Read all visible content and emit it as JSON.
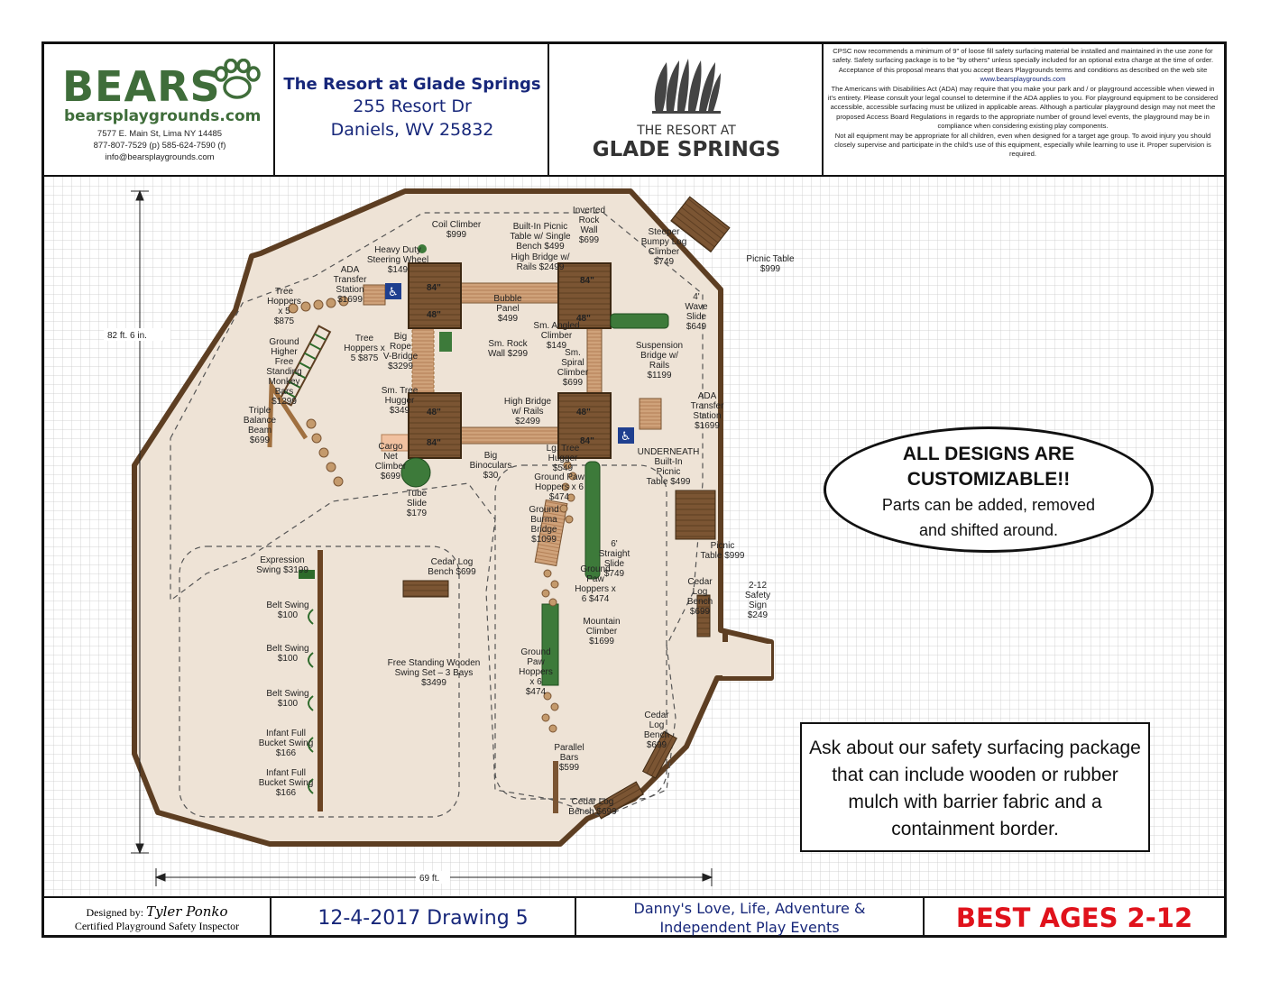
{
  "header": {
    "logo_word": "BEARS",
    "logo_url": "bearsplaygrounds.com",
    "address": "7577 E. Main St, Lima NY 14485",
    "phone": "877-807-7529 (p) 585-624-7590 (f)",
    "email": "info@bearsplaygrounds.com",
    "client_name": "The Resort at Glade Springs",
    "client_street": "255 Resort Dr",
    "client_city": "Daniels, WV 25832",
    "resort_logo_line1": "THE RESORT AT",
    "resort_logo_line2": "GLADE SPRINGS",
    "disclaimer_1": "CPSC now recommends a minimum of 9\" of loose fill safety surfacing material be installed and maintained in the use zone for safety. Safety surfacing package is to be \"by others\" unless specially included for an optional extra charge at the time of order. Acceptance of this proposal means that you accept Bears Playgrounds terms and conditions as described on the web site",
    "disclaimer_link": "www.bearsplaygrounds.com",
    "disclaimer_2": "The Americans with Disabilities Act (ADA) may require that you make your park and / or playground accessible when viewed in it's entirety. Please consult your legal counsel to determine if the ADA applies to you. For playground equipment to be considered accessible, accessible surfacing must be utilized in applicable areas. Although a particular playground design may not meet the proposed Access Board Regulations in regards to the appropriate number of ground level events, the playground may be in compliance when considering existing play components.",
    "disclaimer_3": "Not all equipment may be appropriate for all children, even when designed for a target age group. To avoid injury you should closely supervise and participate in the child's use of this equipment, especially while learning to use it. Proper supervision is required."
  },
  "footer": {
    "designed_by_label": "Designed by:",
    "designer": "Tyler Ponko",
    "designer_title": "Certified Playground Safety Inspector",
    "drawing": "12-4-2017 Drawing 5",
    "project_line1": "Danny's Love, Life, Adventure &",
    "project_line2": "Independent Play Events",
    "ages": "BEST AGES 2-12"
  },
  "callouts": {
    "custom_line1": "ALL DESIGNS ARE",
    "custom_line2": "CUSTOMIZABLE!!",
    "custom_line3": "Parts can be added, removed",
    "custom_line4": "and shifted around.",
    "surfacing": "Ask about our safety surfacing package that can include wooden or rubber mulch with barrier fabric and a containment border."
  },
  "dimensions": {
    "height": "82 ft. 6 in.",
    "width": "69 ft."
  },
  "decks": {
    "d1a": "84\"",
    "d1b": "48\"",
    "d2a": "84\"",
    "d2b": "48\"",
    "d3a": "48\"",
    "d3b": "84\"",
    "d4a": "48\"",
    "d4b": "84\""
  },
  "labels": [
    "Coil Climber $999",
    "Built-In Picnic Table w/ Single Bench $499",
    "High Bridge w/ Rails $2499",
    "Inverted Rock Wall $699",
    "Steeper Bumpy Log Climber $749",
    "Picnic Table $999",
    "Heavy Duty Steering Wheel $149",
    "ADA Transfer Station $1699",
    "Tree Hoppers x 5 $875",
    "Ground Higher Free Standing Monkey Bars $1299",
    "Bubble Panel $499",
    "Sm. Angled Climber $149",
    "4' Wave Slide $649",
    "Sm. Rock Wall $299",
    "Tree Hoppers x 5 $875",
    "Big Rope V-Bridge $3299",
    "Sm. Tree Hugger $349",
    "Sm. Spiral Climber $699",
    "Suspension Bridge w/ Rails $1199",
    "Triple Balance Beam $699",
    "High Bridge w/ Rails $2499",
    "ADA Transfer Station $1699",
    "Cargo Net Climber $699",
    "Big Binoculars $30",
    "Lg. Tree Hugger $549",
    "UNDERNEATH Built-In Picnic Table $499",
    "Ground Paw Hoppers x 6 $474",
    "Tube Slide $179",
    "Ground Burma Bridge $1099",
    "6' Straight Slide $749",
    "Picnic Table $999",
    "Expression Swing $3199",
    "Cedar Log Bench $699",
    "Ground Paw Hoppers x 6 $474",
    "Cedar Log Bench $699",
    "2-12 Safety Sign $249",
    "Belt Swing $100",
    "Mountain Climber $1699",
    "Belt Swing $100",
    "Free Standing Wooden Swing Set – 3 Bays $3499",
    "Ground Paw Hoppers x 6 $474",
    "Belt Swing $100",
    "Cedar Log Bench $699",
    "Infant Full Bucket Swing $166",
    "Parallel Bars $599",
    "Infant Full Bucket Swing $166",
    "Cedar Log Bench $699"
  ]
}
